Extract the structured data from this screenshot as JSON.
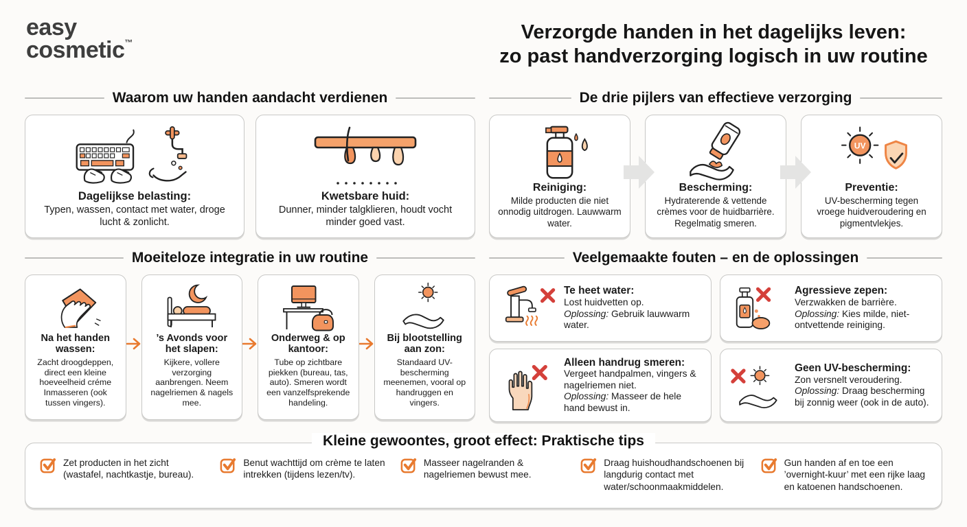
{
  "brand": {
    "line1": "easy",
    "line2": "cosmetic",
    "tm": "™"
  },
  "title": {
    "line1": "Verzorgde handen in het dagelijks leven:",
    "line2": "zo past handverzorging logisch in uw routine"
  },
  "colors": {
    "accent_orange": "#EE8545",
    "fill_orange": "#F2945E",
    "light_orange": "#FBD3AE",
    "skin": "#F9D8BC",
    "error_red": "#D4403A",
    "arrow_gray": "#E4E4E3",
    "card_border": "#C8C8C6",
    "text": "#1B1B1B"
  },
  "sections": {
    "why": {
      "heading": "Waarom uw handen aandacht verdienen",
      "cards": [
        {
          "icon": "keyboard-handwash-icon",
          "title": "Dagelijkse belasting:",
          "body": "Typen, wassen, contact met water, droge lucht & zonlicht."
        },
        {
          "icon": "skin-cross-section-icon",
          "title": "Kwetsbare huid:",
          "body": "Dunner, minder talgklieren, houdt vocht minder goed vast."
        }
      ]
    },
    "pillars": {
      "heading": "De drie pijlers van effectieve verzorging",
      "cards": [
        {
          "icon": "pump-bottle-icon",
          "title": "Reiniging:",
          "body": "Milde producten die niet onnodig uitdrogen. Lauwwarm water."
        },
        {
          "icon": "cream-tube-hand-icon",
          "title": "Bescherming:",
          "body": "Hydraterende & vettende crèmes voor de huidbarrière. Regelmatig smeren."
        },
        {
          "icon": "uv-shield-icon",
          "title": "Preventie:",
          "body": "UV-bescherming tegen vroege huidveroudering en pigmentvlekjes."
        }
      ]
    },
    "routine": {
      "heading": "Moeiteloze integratie in uw routine",
      "cards": [
        {
          "icon": "towel-hands-icon",
          "title": "Na het handen wassen:",
          "body": "Zacht droogdeppen, direct een kleine hoeveelheid créme Inmasseren (ook tussen vingers)."
        },
        {
          "icon": "bed-moon-icon",
          "title": "’s Avonds voor het slapen:",
          "body": "Kijkere, vollere verzorging aanbrengen. Neem nagelriemen & nagels mee."
        },
        {
          "icon": "desk-bag-icon",
          "title": "Onderweg & op kantoor:",
          "body": "Tube op zichtbare piekken (bureau, tas, auto). Smeren wordt een vanzelfsprekende handeling."
        },
        {
          "icon": "sun-over-hand-icon",
          "title": "Bij blootstelling aan zon:",
          "body": "Standaard UV-bescherming meenemen, vooral op handruggen en vingers."
        }
      ]
    },
    "mistakes": {
      "heading": "Veelgemaakte fouten – en de oplossingen",
      "cards": [
        {
          "icon": "hot-faucet-x-icon",
          "title": "Te heet water:",
          "body": "Lost huidvetten op.",
          "solution_label": "Oplossing:",
          "solution": "Gebruik lauwwarm water."
        },
        {
          "icon": "soap-sponge-x-icon",
          "title": "Agressieve zepen:",
          "body": "Verzwakken de barrière.",
          "solution_label": "Oplossing:",
          "solution": "Kies milde, niet-ontvettende reiniging."
        },
        {
          "icon": "palm-x-icon",
          "title": "Alleen handrug smeren:",
          "body": "Vergeet handpalmen, vingers & nagelriemen niet.",
          "solution_label": "Oplossing:",
          "solution": "Masseer de hele hand bewust in."
        },
        {
          "icon": "sun-hand-x-icon",
          "title": "Geen UV-bescherming:",
          "body": "Zon versnelt veroudering.",
          "solution_label": "Oplossing:",
          "solution": "Draag bescherming bij zonnig weer (ook in de auto)."
        }
      ]
    },
    "tips": {
      "heading": "Kleine gewoontes, groot effect: Praktische tips",
      "items": [
        {
          "icon": "checkbox-icon",
          "text": "Zet producten in het zicht (wastafel, nachtkastje, bureau)."
        },
        {
          "icon": "checkbox-icon",
          "text": "Benut wachttijd om crème te laten intrekken (tijdens lezen/tv)."
        },
        {
          "icon": "checkbox-icon",
          "text": "Masseer nagelranden & nagelriemen bewust mee."
        },
        {
          "icon": "checkbox-icon",
          "text": "Draag huishoudhandschoenen bij langdurig contact met water/schoonmaakmiddelen."
        },
        {
          "icon": "checkbox-icon",
          "text": "Gun handen af en toe een ’overnight-kuur’ met een rijke laag en katoenen handschoenen."
        }
      ]
    }
  }
}
